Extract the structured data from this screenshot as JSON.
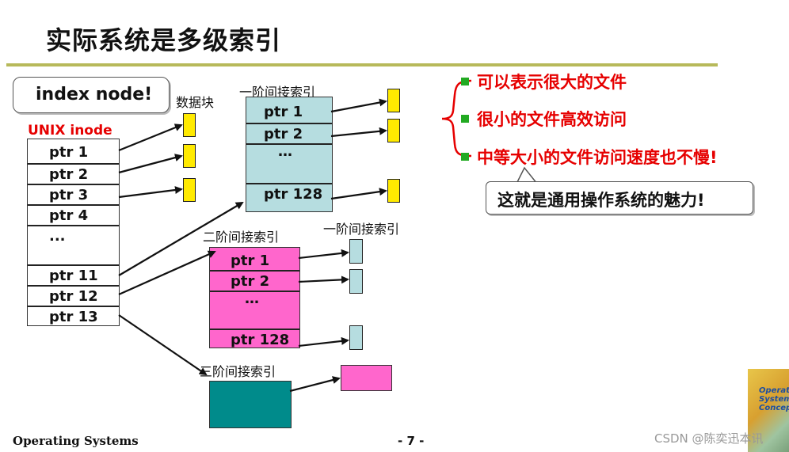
{
  "title": "实际系统是多级索引",
  "callout_top": "index node!",
  "labels": {
    "data_blocks": "数据块",
    "unix_inode": "UNIX inode",
    "single_indirect_top": "一阶间接索引",
    "double_indirect": "二阶间接索引",
    "single_indirect_mid": "一阶间接索引",
    "triple_indirect": "三阶间接索引"
  },
  "inode_rows": [
    "ptr 1",
    "ptr 2",
    "ptr 3",
    "ptr 4",
    "...",
    "",
    "ptr 11",
    "ptr 12",
    "ptr 13"
  ],
  "single_block_rows": [
    "ptr 1",
    "ptr 2",
    "…",
    "ptr 128"
  ],
  "double_block_rows": [
    "ptr 1",
    "ptr 2",
    "…",
    "ptr 128"
  ],
  "bullets": [
    "可以表示很大的文件",
    "很小的文件高效访问",
    "中等大小的文件访问速度也不慢!"
  ],
  "callout_bottom": "这就是通用操作系统的魅力!",
  "footer": {
    "left": "Operating Systems",
    "center": "- 7 -",
    "watermark": "CSDN @陈奕迅本讯"
  },
  "book_cover_text": "Operating Systems Concepts",
  "colors": {
    "title_rule": "#b7b95a",
    "red_text": "#e60000",
    "bullet_square": "#22aa22",
    "single_indirect_block": "#b6dde0",
    "double_indirect_block": "#ff66cc",
    "triple_indirect_block": "#008b8b",
    "data_block_yellow": "#ffea00",
    "data_block_pink": "#ff66cc",
    "data_block_lightblue": "#b6dde0"
  }
}
